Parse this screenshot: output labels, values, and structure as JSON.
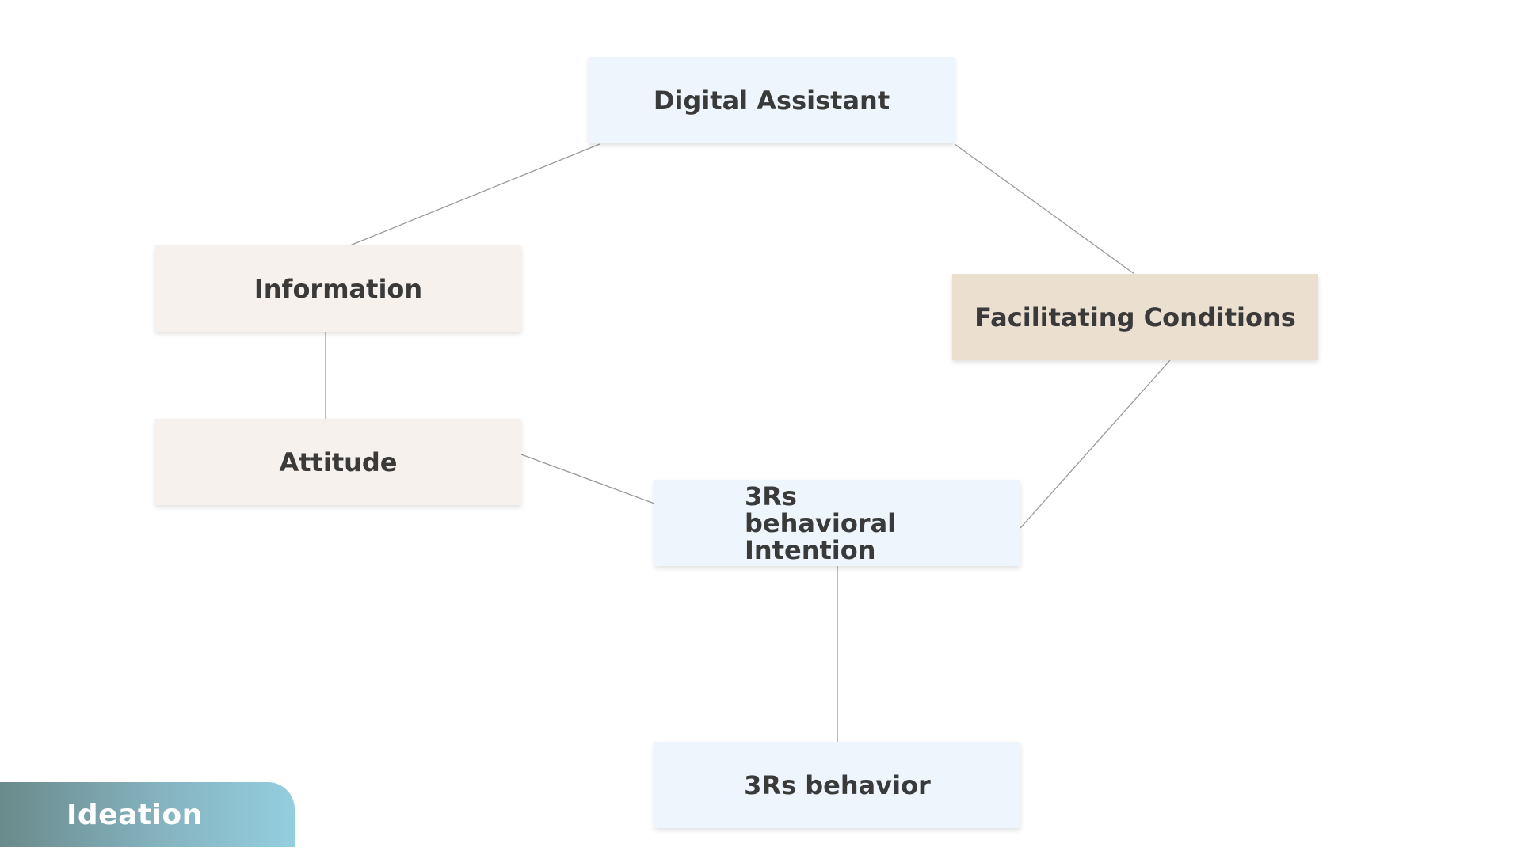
{
  "diagram": {
    "nodes": {
      "digital_assistant": "Digital Assistant",
      "information": "Information",
      "facilitating_conditions": "Facilitating Conditions",
      "attitude": "Attitude",
      "intention_line1": "3Rs behavioral",
      "intention_line2": "Intention",
      "behavior": "3Rs behavior"
    },
    "edges": [
      [
        "Digital Assistant",
        "Information"
      ],
      [
        "Digital Assistant",
        "Facilitating Conditions"
      ],
      [
        "Information",
        "Attitude"
      ],
      [
        "Attitude",
        "3Rs behavioral Intention"
      ],
      [
        "Facilitating Conditions",
        "3Rs behavioral Intention"
      ],
      [
        "3Rs behavioral Intention",
        "3Rs behavior"
      ]
    ],
    "colors": {
      "blue_box": "#eef5fd",
      "cream_box": "#f6f1ec",
      "tan_box": "#ebdfd0",
      "connector": "#9a9a9a",
      "text": "#3a3a3a"
    }
  },
  "section_badge": {
    "label": "Ideation",
    "gradient_start": "#6a8a8b",
    "gradient_end": "#93cedf"
  }
}
